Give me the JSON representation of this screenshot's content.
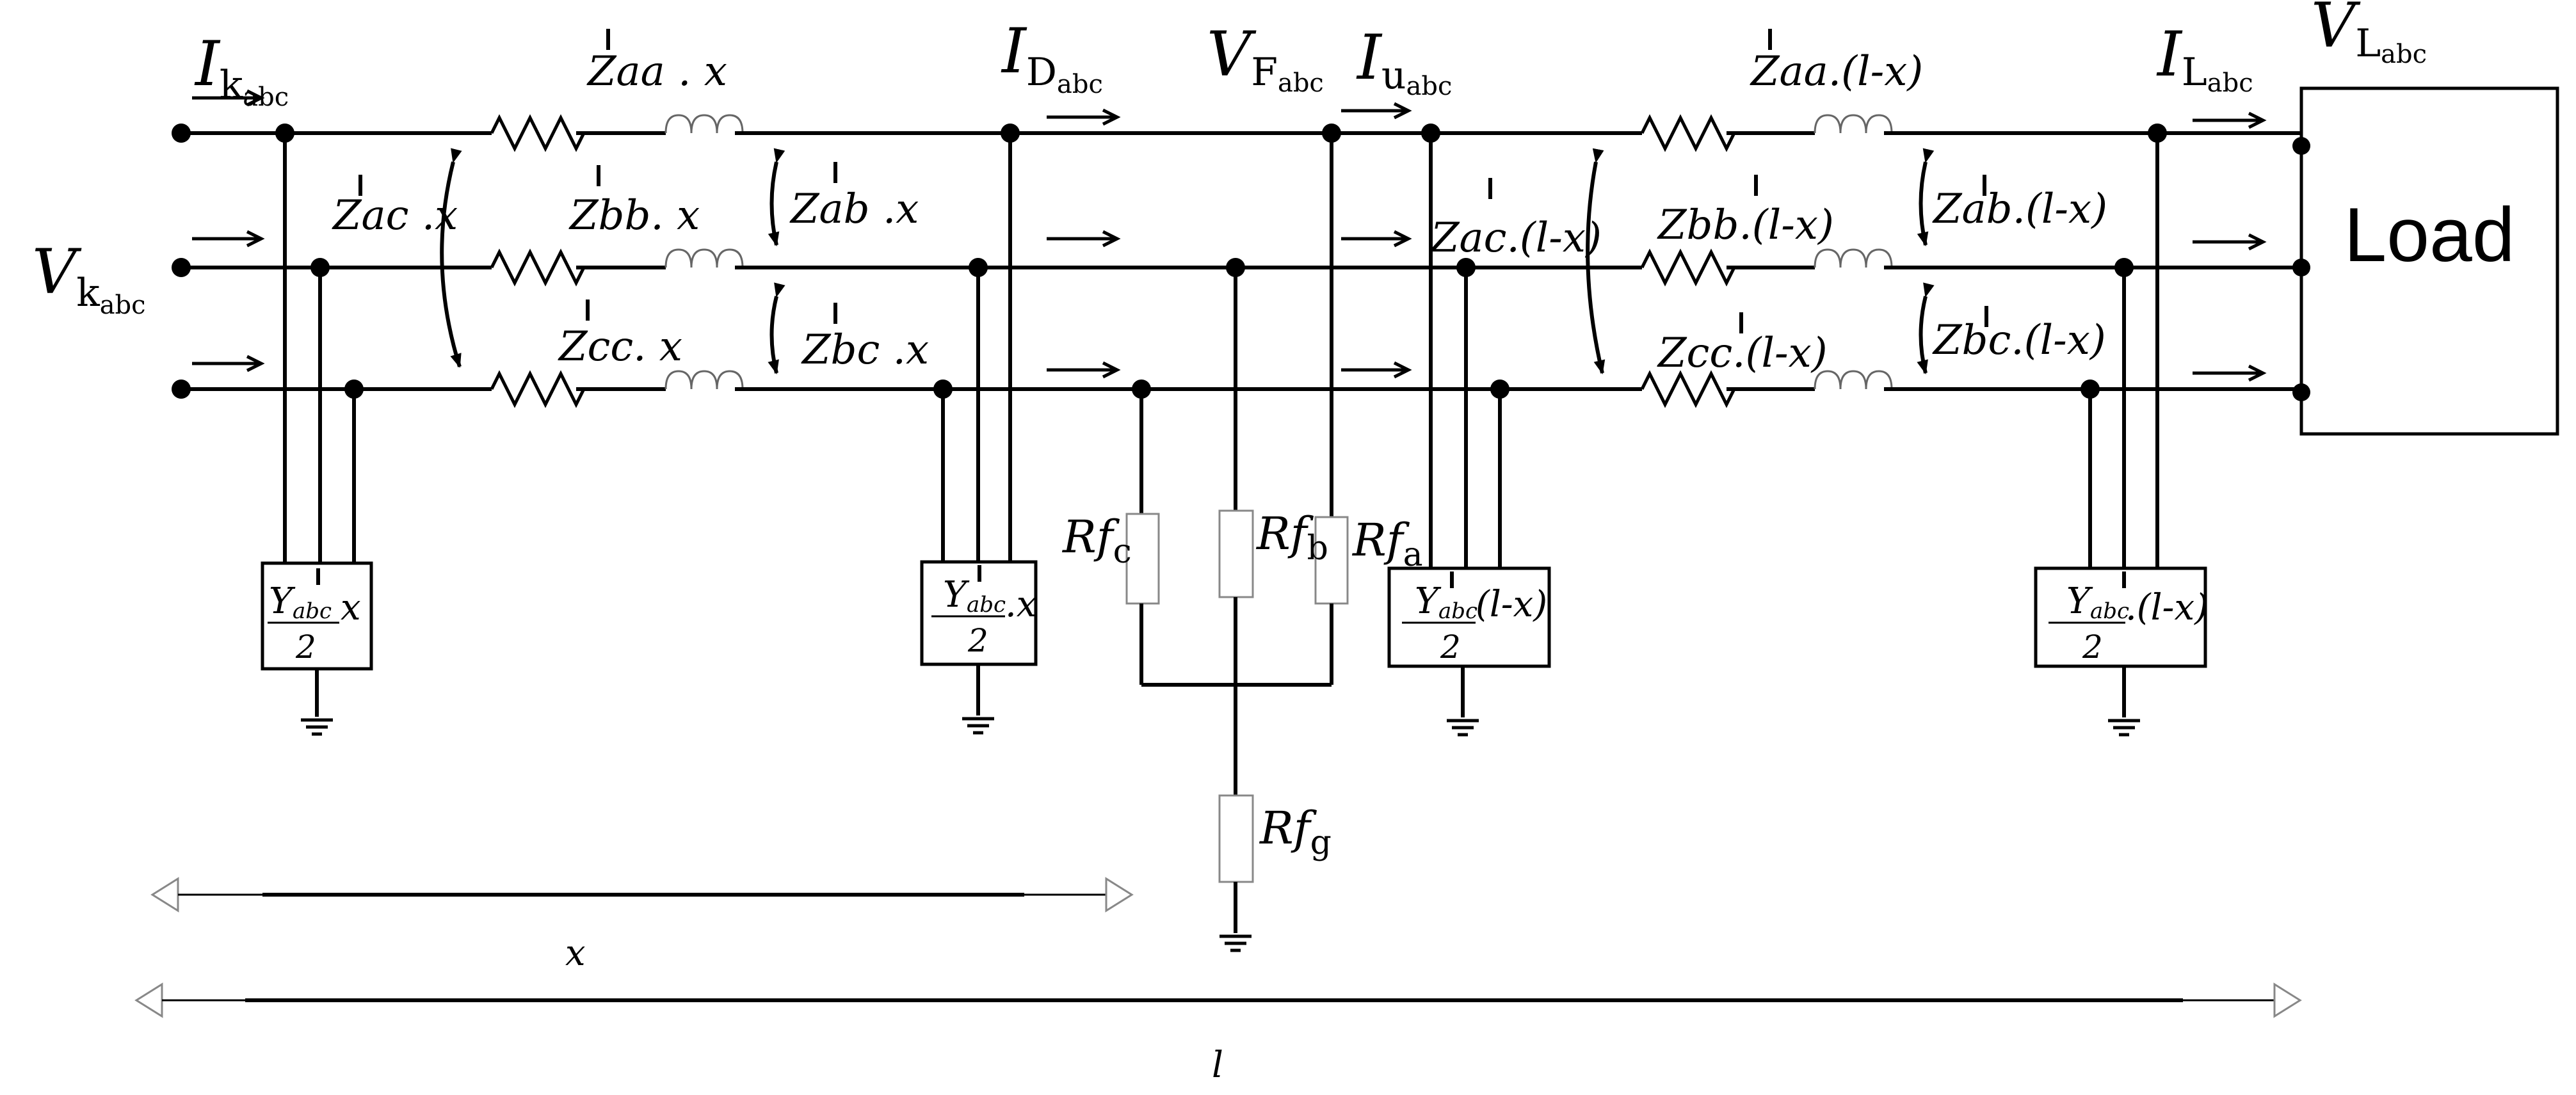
{
  "labels": {
    "vk_main": "V",
    "vk_sub": "k",
    "vk_sub2": "abc",
    "ik_main": "I",
    "ik_sub": "k",
    "ik_sub2": "abc",
    "id_main": "I",
    "id_sub": "D",
    "id_sub2": "abc",
    "vf_main": "V",
    "vf_sub": "F",
    "vf_sub2": "abc",
    "iu_main": "I",
    "iu_sub": "u",
    "iu_sub2": "abc",
    "il_main": "I",
    "il_sub": "L",
    "il_sub2": "abc",
    "vl_main": "V",
    "vl_sub": "L",
    "vl_sub2": "abc",
    "load": "Load",
    "zaa_left": "Zaa . x",
    "zbb_left": "Zbb. x",
    "zcc_left": "Zcc. x",
    "zac_left": "Zac .x",
    "zab_left": "Zab .x",
    "zbc_left": "Zbc .x",
    "zaa_right": "Zaa.(l-x)",
    "zbb_right": "Zbb.(l-x)",
    "zcc_right": "Zcc.(l-x)",
    "zac_right": "Zac.(l-x)",
    "zab_right": "Zab.(l-x)",
    "zbc_right": "Zbc.(l-x)",
    "y_num": "Y",
    "y_sub": "abc",
    "y_den": "2",
    "y1_suffix": "x",
    "y2_suffix": ".x",
    "y3_suffix": "(l-x)",
    "y4_suffix": ".(l-x)",
    "rf_main": "Rf",
    "rfc_sub": "c",
    "rfb_sub": "b",
    "rfa_sub": "a",
    "rfg_sub": "g",
    "dim_x": "x",
    "dim_l": "l"
  }
}
